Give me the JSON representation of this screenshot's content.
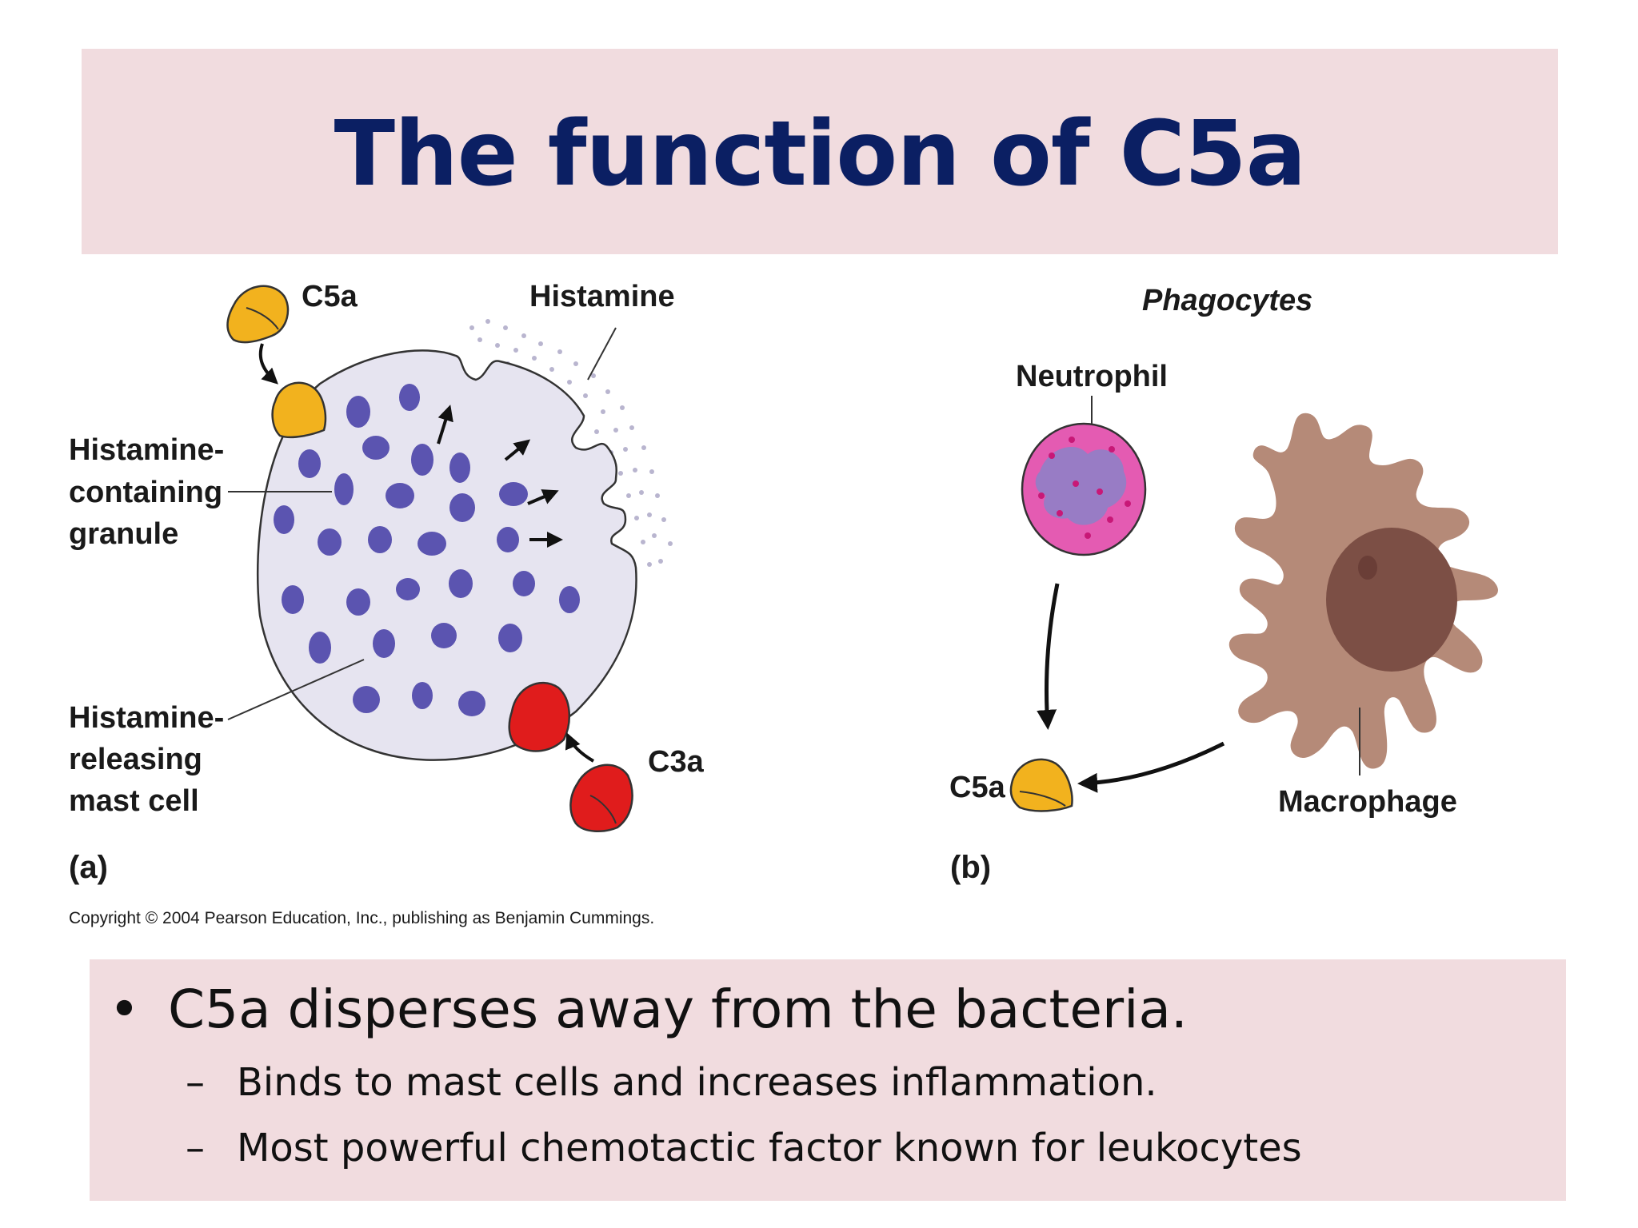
{
  "slide": {
    "title": "The function of C5a"
  },
  "figure": {
    "panel_a": {
      "c5a_label": "C5a",
      "histamine_label": "Histamine",
      "granule_label_lines": [
        "Histamine-",
        "containing",
        "granule"
      ],
      "mast_cell_label_lines": [
        "Histamine-",
        "releasing",
        "mast cell"
      ],
      "c3a_label": "C3a",
      "panel_letter": "(a)"
    },
    "panel_b": {
      "heading": "Phagocytes",
      "neutrophil_label": "Neutrophil",
      "c5a_label": "C5a",
      "macrophage_label": "Macrophage",
      "panel_letter": "(b)"
    },
    "copyright": "Copyright © 2004 Pearson Education, Inc., publishing as Benjamin Cummings.",
    "colors": {
      "cell_fill": "#e6e4f0",
      "granule": "#5b54b0",
      "c5a": "#f2b21e",
      "c3a": "#e01c1c",
      "neutrophil": "#e45bb2",
      "macrophage": "#b58a78",
      "macrophage_nucleus": "#7c4f45"
    }
  },
  "bullets": {
    "main": "C5a disperses away from the bacteria.",
    "symbol": "•",
    "dash": "–",
    "sub": [
      "Binds to mast cells and increases inflammation.",
      "Most powerful chemotactic factor known for leukocytes"
    ]
  }
}
